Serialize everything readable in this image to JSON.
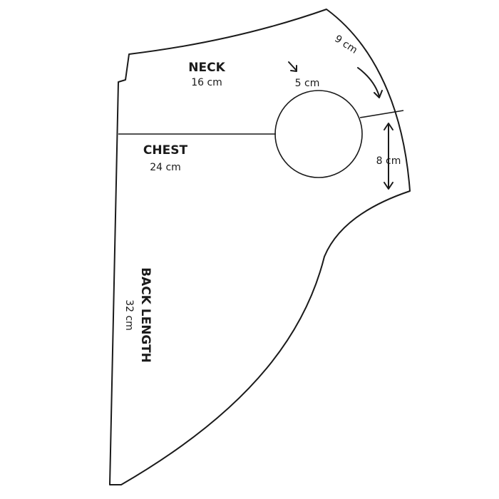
{
  "pattern": {
    "neck": {
      "title": "NECK",
      "value": "16 cm"
    },
    "chest": {
      "title": "CHEST",
      "value": "24 cm"
    },
    "back_length": {
      "title": "BACK LENGTH",
      "value": "32 cm"
    },
    "leg_hole": {
      "value": "5 cm"
    },
    "shoulder_edge": {
      "value": "9 cm"
    },
    "side_edge": {
      "value": "8 cm"
    }
  }
}
